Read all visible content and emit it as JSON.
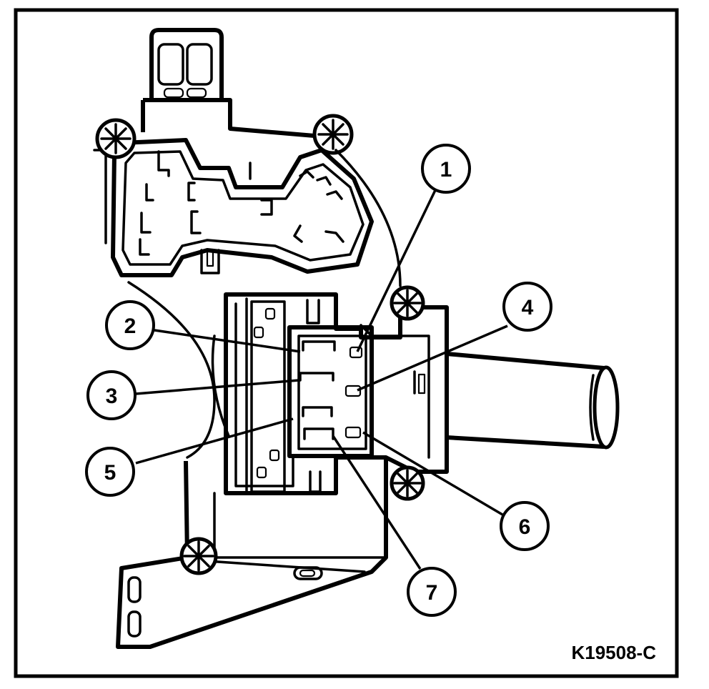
{
  "figure": {
    "reference_code": "K19508-C",
    "callouts": [
      {
        "id": "1",
        "label": "1"
      },
      {
        "id": "2",
        "label": "2"
      },
      {
        "id": "3",
        "label": "3"
      },
      {
        "id": "4",
        "label": "4"
      },
      {
        "id": "5",
        "label": "5"
      },
      {
        "id": "6",
        "label": "6"
      },
      {
        "id": "7",
        "label": "7"
      }
    ]
  }
}
